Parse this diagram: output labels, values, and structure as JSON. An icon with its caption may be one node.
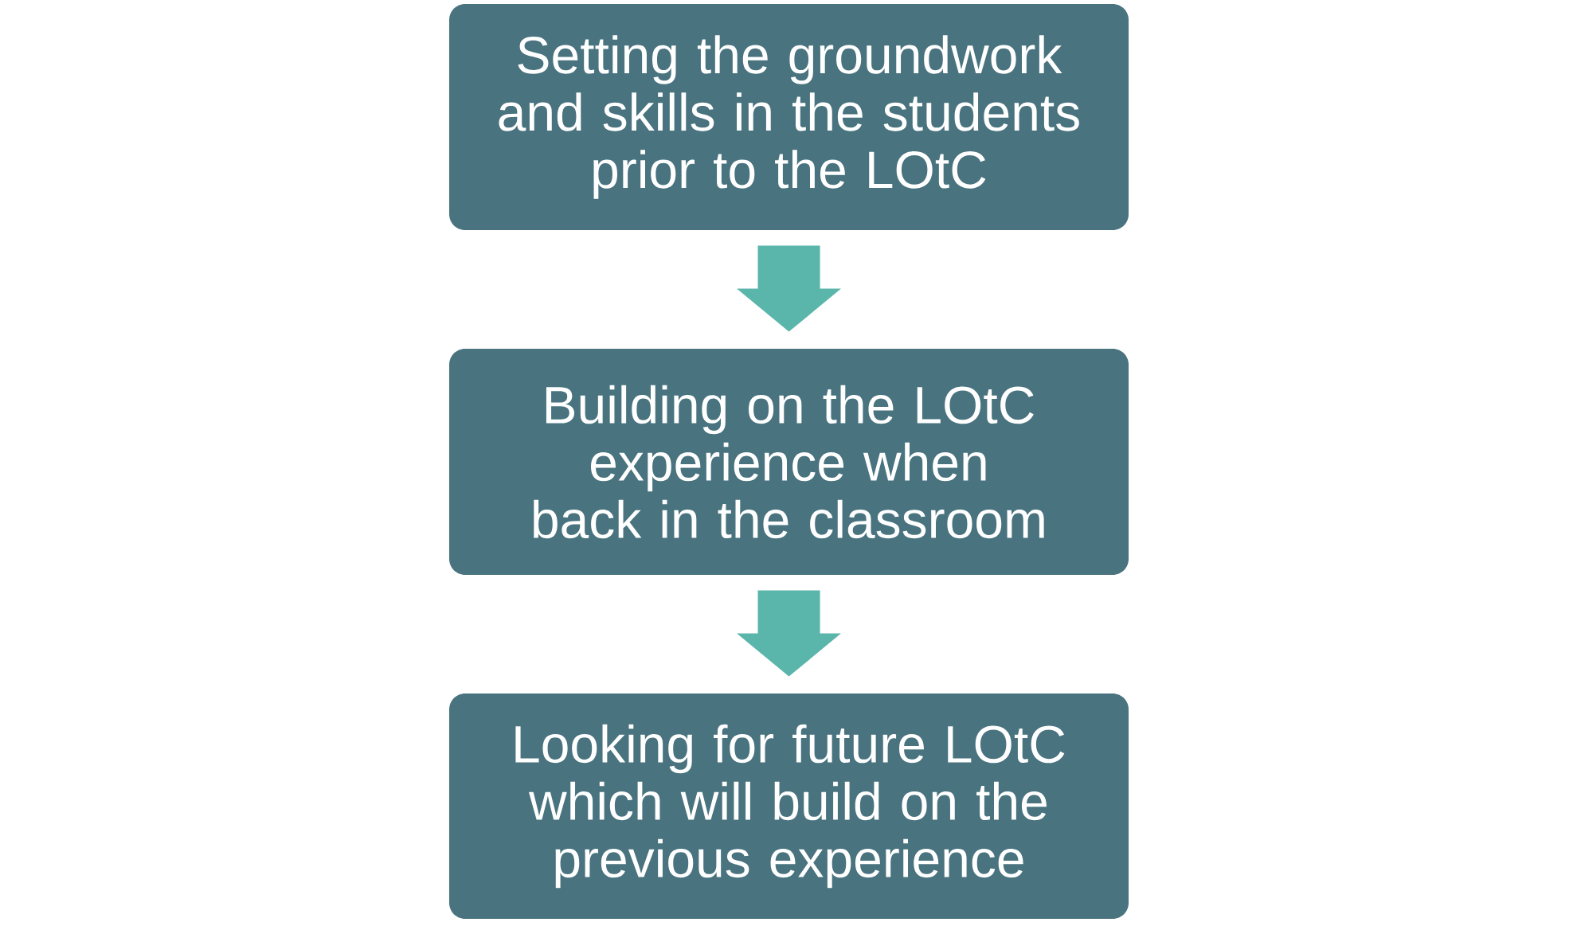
{
  "diagram": {
    "nodes": [
      {
        "text": [
          "Setting the groundwork and skills in the students prior to the LOtC"
        ]
      },
      {
        "text": [
          "Building on the LOtC experience when back in the classroom"
        ]
      },
      {
        "text": [
          "Looking for future LOtC which will build on the previous experience"
        ]
      }
    ],
    "edges": [
      {
        "from": 0,
        "to": 1,
        "arrow": "to"
      },
      {
        "from": 1,
        "to": 2,
        "arrow": "to"
      }
    ]
  }
}
